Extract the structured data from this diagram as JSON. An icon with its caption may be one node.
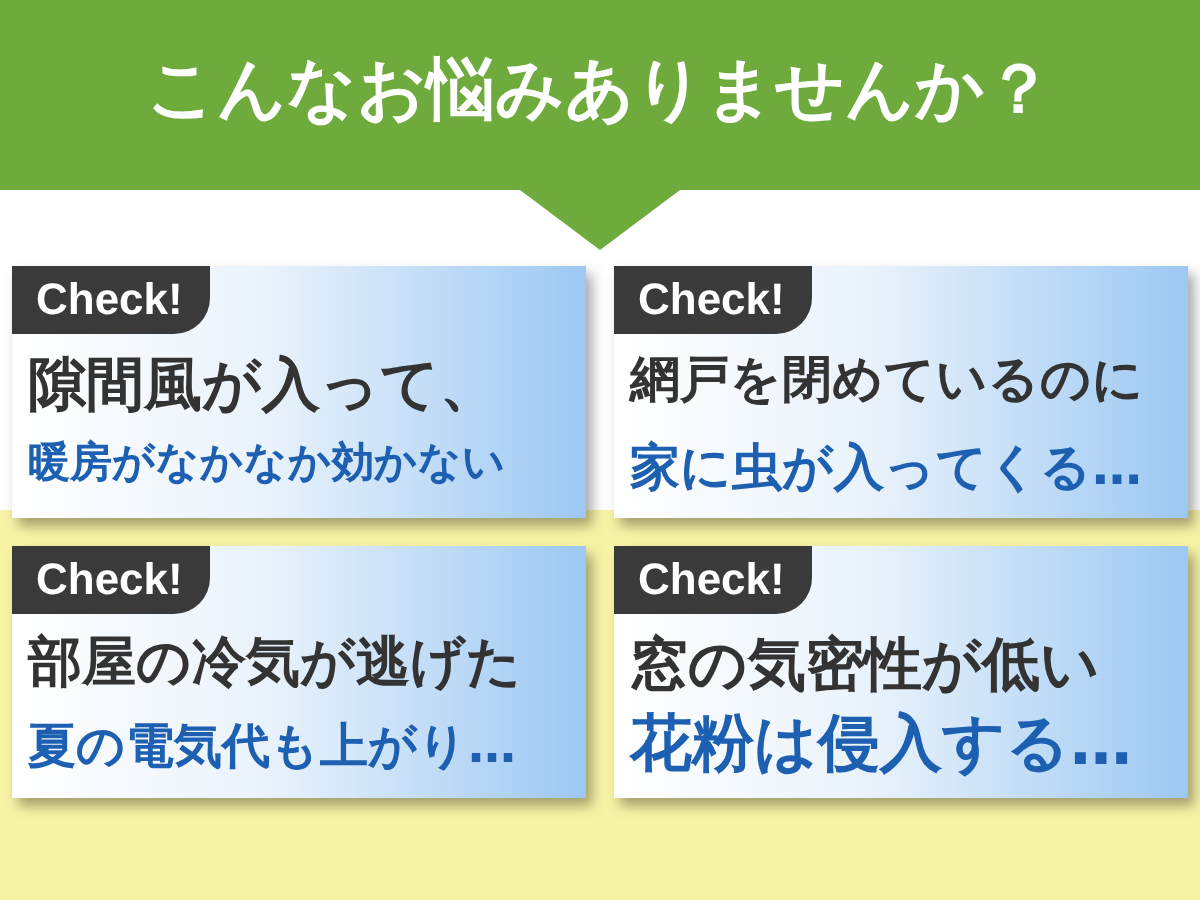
{
  "diagram": {
    "title": "こんな**お悩み**ありませんか？",
    "nodes": [
      {
        "text": [
          "Check!",
          "隙間風が入って、",
          "暖房がなかなか効かない"
        ]
      },
      {
        "text": [
          "Check!",
          "網戸を閉めているのに",
          "家に虫が入ってくる…"
        ]
      },
      {
        "text": [
          "Check!",
          "部屋の冷気が逃げた",
          "夏の電気代も上がり…"
        ]
      },
      {
        "text": [
          "Check!",
          "窓の気密性が低い",
          "花粉は侵入する…"
        ]
      }
    ]
  }
}
